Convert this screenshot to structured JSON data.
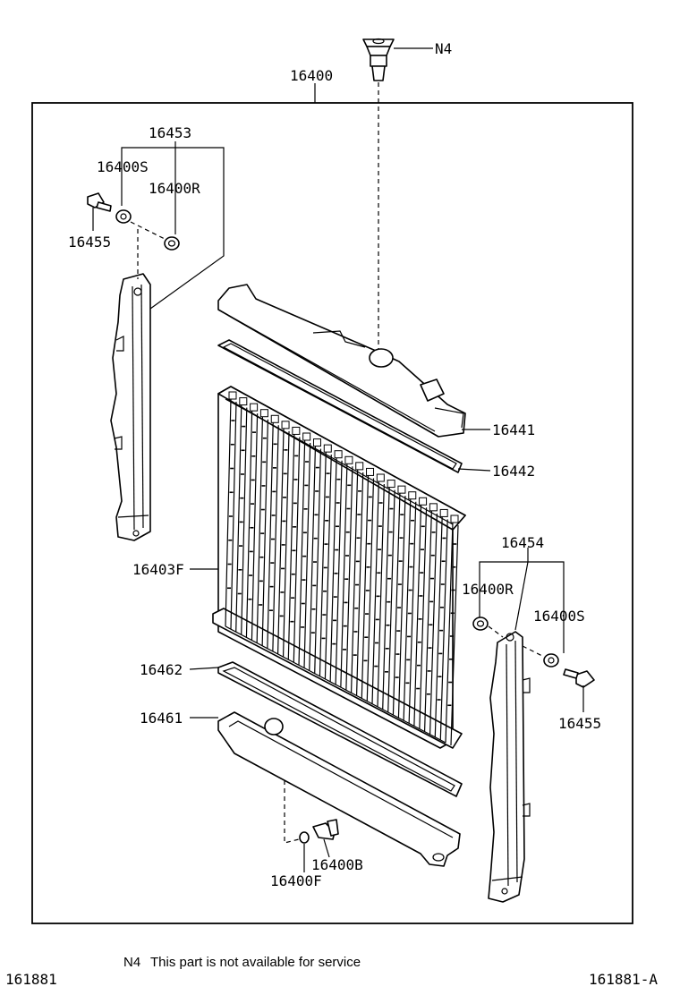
{
  "labels": {
    "n4_tag": "N4",
    "assembly": "16400",
    "bracket_left_kit": "16453",
    "bushing_s_left": "16400S",
    "ring_r_left": "16400R",
    "bolt_left": "16455",
    "upper_tank": "16441",
    "upper_gasket": "16442",
    "core": "16403F",
    "bracket_right_kit": "16454",
    "ring_r_right": "16400R",
    "bushing_s_right": "16400S",
    "bolt_right": "16455",
    "lower_gasket": "16462",
    "lower_tank": "16461",
    "drain_cock": "16400B",
    "drain_washer": "16400F"
  },
  "footnote": {
    "tag": "N4",
    "text": "This part is not available for service"
  },
  "footer": {
    "left_code": "161881",
    "right_code": "161881-A"
  }
}
